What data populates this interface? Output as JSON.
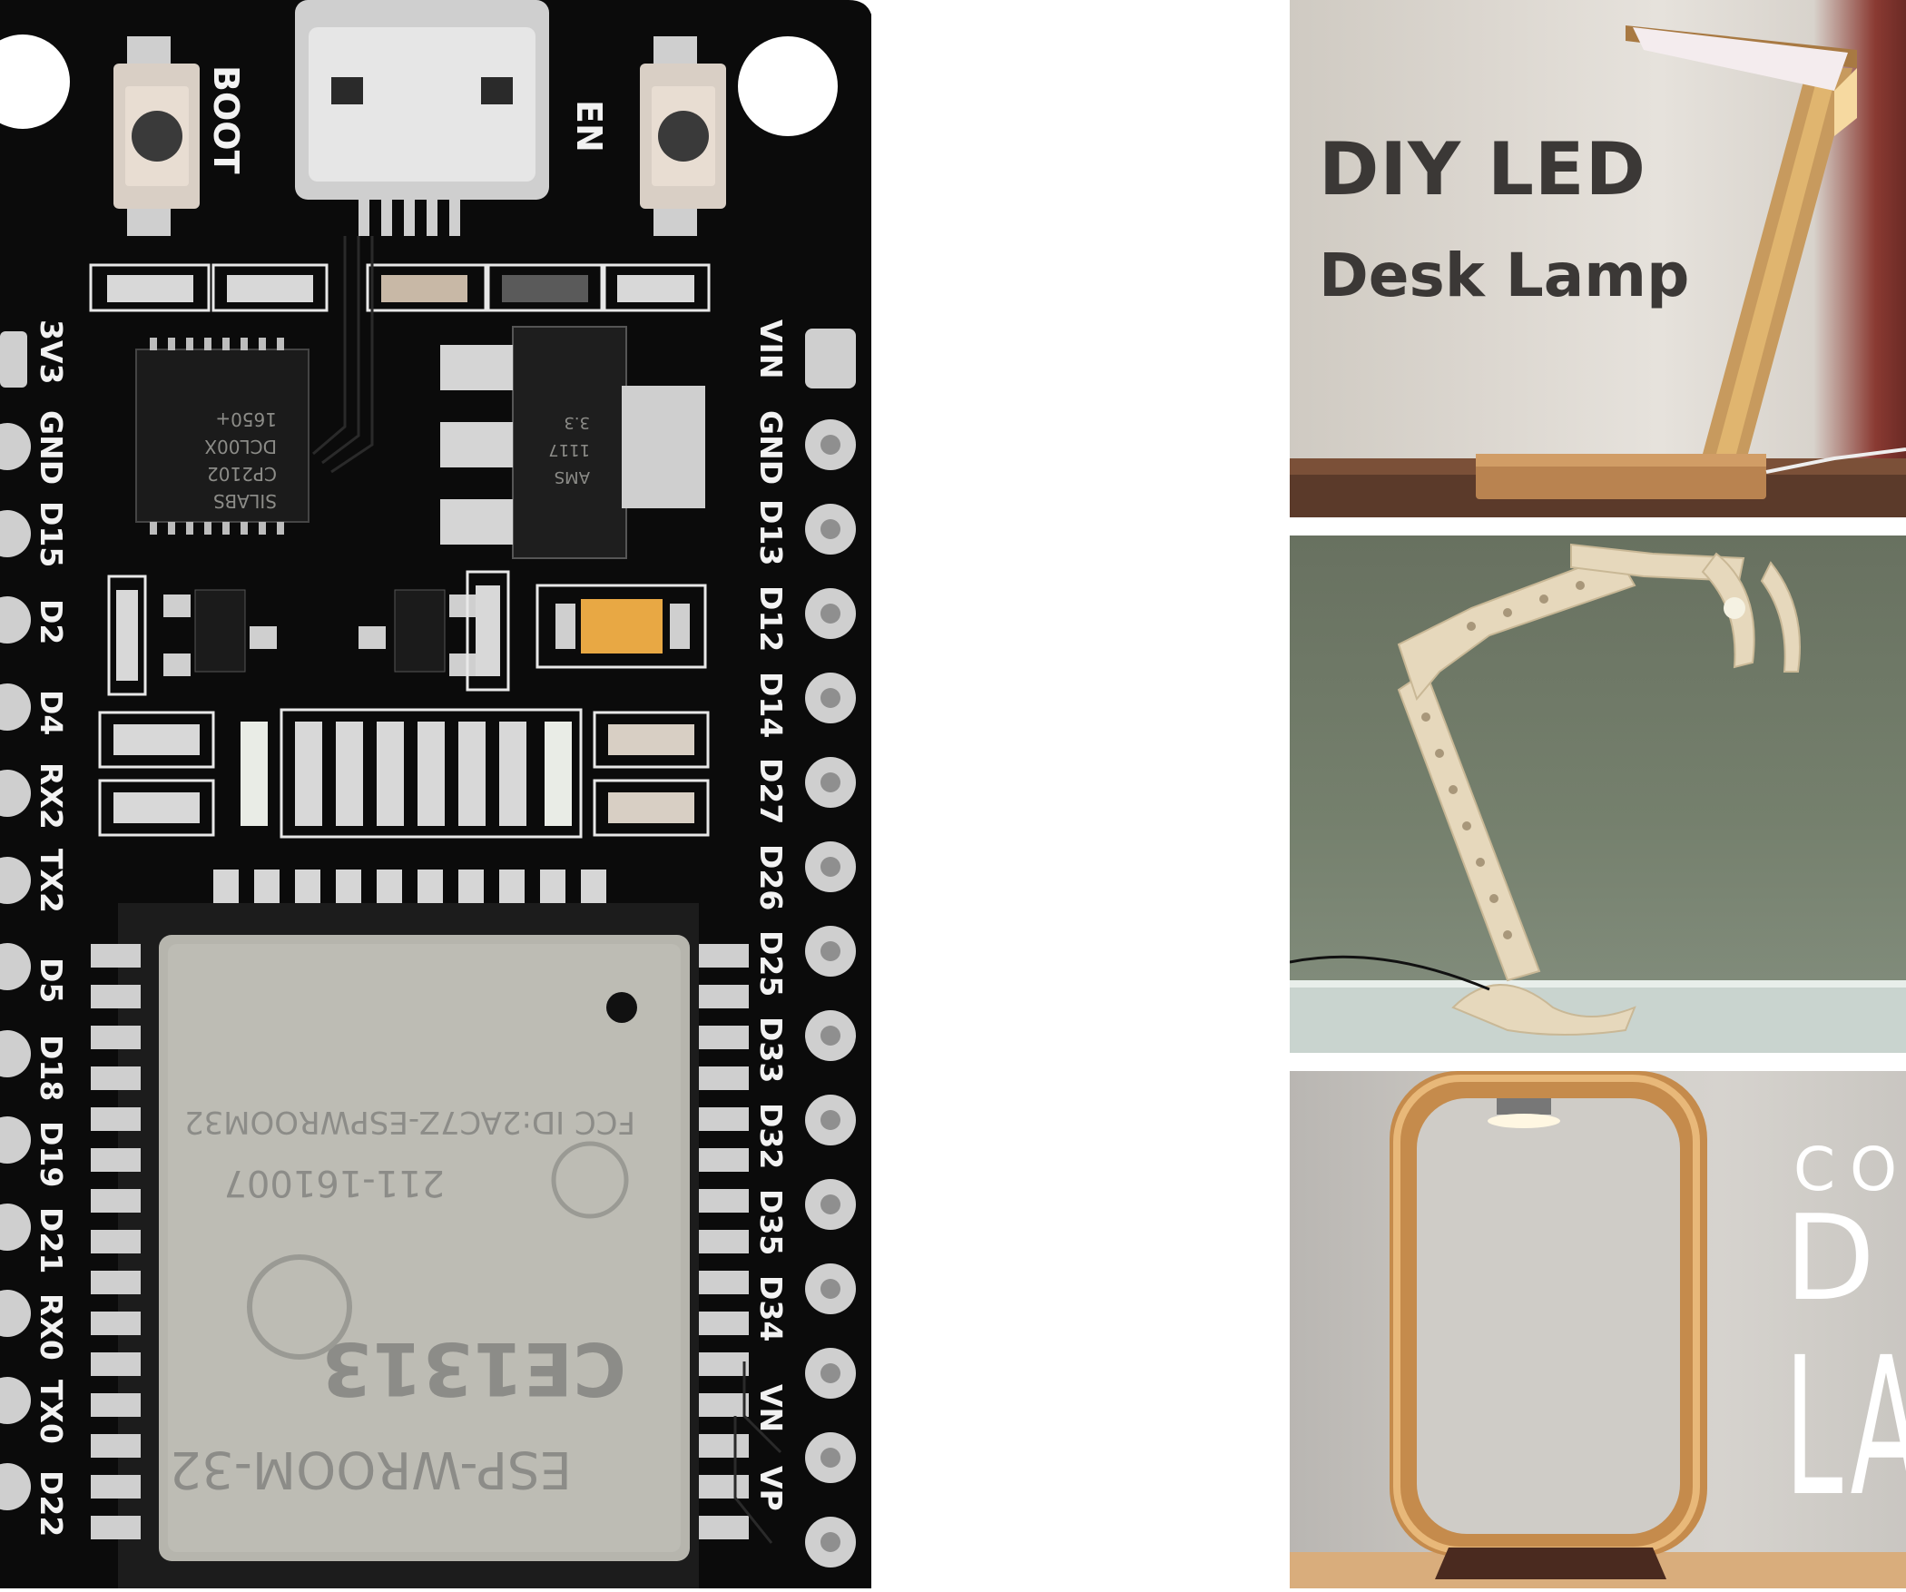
{
  "board": {
    "buttons": {
      "boot": "BOOT",
      "en": "EN"
    },
    "left_pins": [
      "3V3",
      "GND",
      "D15",
      "D2",
      "D4",
      "RX2",
      "TX2",
      "D5",
      "D18",
      "D19",
      "D21",
      "RX0",
      "TX0",
      "D22"
    ],
    "right_pins": [
      "VIN",
      "GND",
      "D13",
      "D12",
      "D14",
      "D27",
      "D26",
      "D25",
      "D33",
      "D32",
      "D35",
      "D34",
      "VN",
      "VP"
    ],
    "shield": {
      "fcc": "FCC ID:2AC7Z-ESPWROOM32",
      "cert": "211-161007",
      "ce": "CE1313",
      "model": "ESP-WROOM-32"
    },
    "chip_text": [
      "SILABS",
      "CP2102",
      "DCL00X",
      "1650+"
    ],
    "regulator_text": [
      "AMS",
      "1117",
      "3.3"
    ]
  },
  "panel1": {
    "line1": "DIY LED",
    "line2": "Desk Lamp"
  },
  "panel3": {
    "line1": "CO",
    "line2": "D",
    "line3": "LA"
  },
  "colors": {
    "pcb": "#0b0b0b",
    "silkscreen": "#f2f2f2",
    "shield": "#b6b5ad"
  }
}
